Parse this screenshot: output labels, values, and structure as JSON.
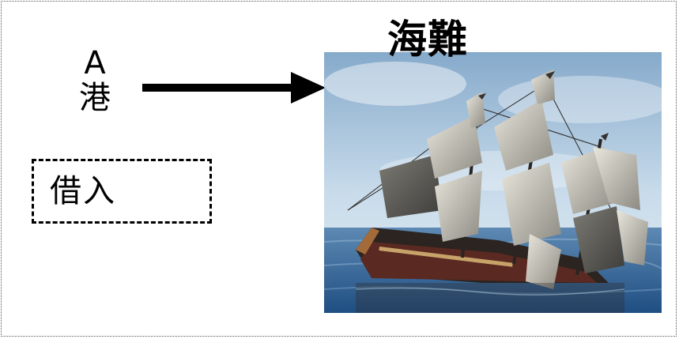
{
  "port": {
    "line1": "A",
    "line2": "港"
  },
  "loan": {
    "label": "借入"
  },
  "title": {
    "text": "海難"
  },
  "colors": {
    "ink": "#000000",
    "sea": "#3f6f9f",
    "sky": "#9fc1db"
  },
  "image": {
    "subject": "sinking-sailing-ship"
  }
}
